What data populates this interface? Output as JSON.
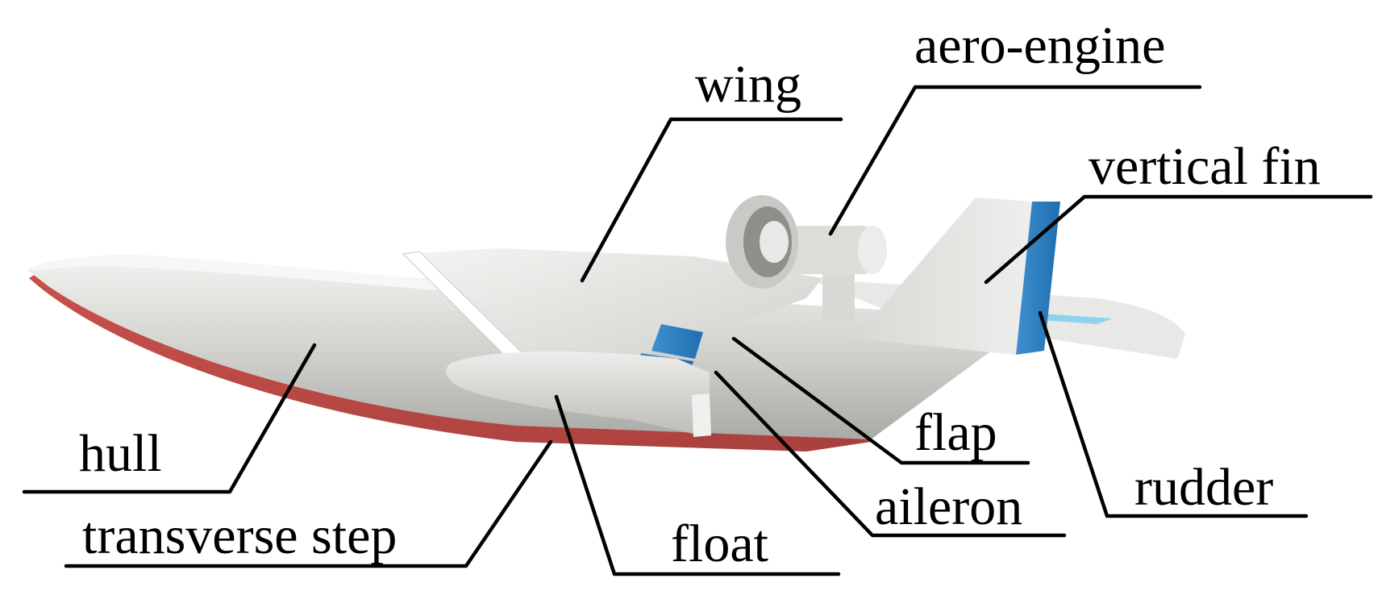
{
  "colors": {
    "hull_body": "#d4d4d2",
    "hull_bottom": "#c8524c",
    "control_surface": "#2f86c8",
    "leader_line": "#000000",
    "background": "#ffffff"
  },
  "labels": {
    "aero_engine": "aero-engine",
    "wing": "wing",
    "vertical_fin": "vertical fin",
    "hull": "hull",
    "flap": "flap",
    "rudder": "rudder",
    "aileron": "aileron",
    "transverse_step": "transverse step",
    "float": "float"
  }
}
